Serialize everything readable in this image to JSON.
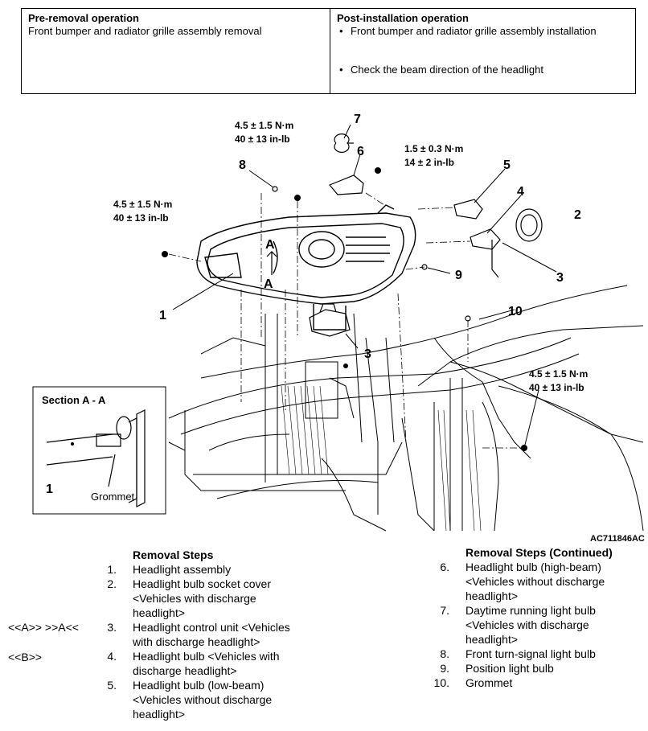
{
  "operations": {
    "pre_removal": {
      "heading": "Pre-removal operation",
      "text": "Front bumper and radiator grille assembly removal"
    },
    "post_installation": {
      "heading": "Post-installation operation",
      "items": [
        "Front bumper and radiator grille assembly installation",
        "Check the beam direction of the headlight"
      ]
    }
  },
  "figure": {
    "torque_1": [
      "4.5 ± 1.5 N·m",
      "40 ± 13 in-lb"
    ],
    "torque_2": [
      "4.5 ± 1.5 N·m",
      "40 ± 13 in-lb"
    ],
    "torque_3": [
      "1.5 ± 0.3 N·m",
      "14 ± 2 in-lb"
    ],
    "torque_4": [
      "4.5 ± 1.5 N·m",
      "40 ± 13 in-lb"
    ],
    "callouts": [
      "1",
      "2",
      "3",
      "3",
      "4",
      "5",
      "6",
      "7",
      "8",
      "9",
      "10"
    ],
    "section_letter": "A",
    "section_title": "Section A - A",
    "section_part": "1",
    "grommet_label": "Grommet",
    "figure_code": "AC711846AC"
  },
  "removal_steps": {
    "title": "Removal Steps",
    "steps": [
      {
        "num": "1.",
        "lines": [
          "Headlight assembly"
        ],
        "tag": ""
      },
      {
        "num": "2.",
        "lines": [
          "Headlight bulb socket cover",
          "<Vehicles with discharge",
          "headlight>"
        ],
        "tag": ""
      },
      {
        "num": "3.",
        "lines": [
          "Headlight control unit <Vehicles",
          "with discharge headlight>"
        ],
        "tag": "<<A>>   >>A<<"
      },
      {
        "num": "4.",
        "lines": [
          "Headlight bulb <Vehicles with",
          "discharge headlight>"
        ],
        "tag": "<<B>>"
      },
      {
        "num": "5.",
        "lines": [
          "Headlight bulb (low-beam)",
          "<Vehicles without discharge",
          "headlight>"
        ],
        "tag": ""
      }
    ]
  },
  "removal_steps_continued": {
    "title": "Removal Steps (Continued)",
    "steps": [
      {
        "num": "6.",
        "lines": [
          "Headlight bulb (high-beam)",
          "<Vehicles without discharge",
          "headlight>"
        ]
      },
      {
        "num": "7.",
        "lines": [
          "Daytime running light bulb",
          "<Vehicles with discharge",
          "headlight>"
        ]
      },
      {
        "num": "8.",
        "lines": [
          "Front turn-signal light bulb"
        ]
      },
      {
        "num": "9.",
        "lines": [
          "Position light bulb"
        ]
      },
      {
        "num": "10.",
        "lines": [
          "Grommet"
        ]
      }
    ]
  }
}
